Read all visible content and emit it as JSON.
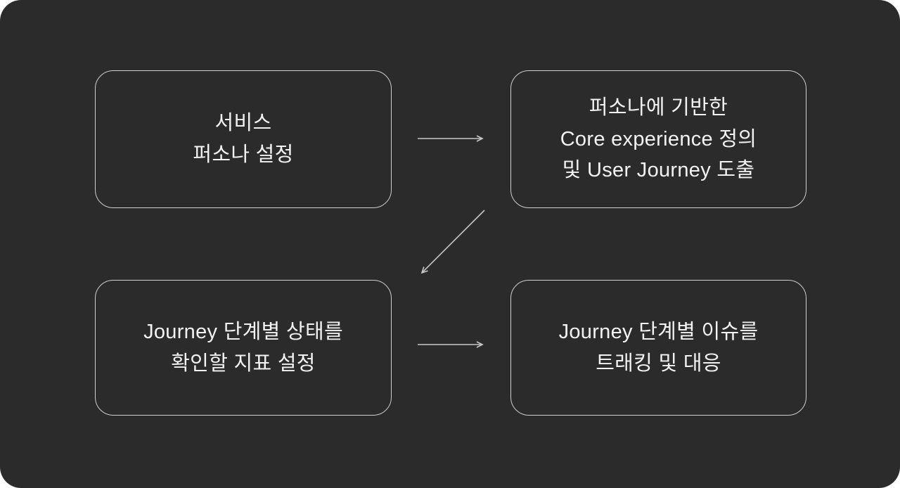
{
  "diagram": {
    "title": "",
    "boxes": [
      {
        "id": "service-persona",
        "lines": [
          "서비스",
          "퍼소나 설정"
        ]
      },
      {
        "id": "core-experience",
        "lines": [
          "퍼소나에 기반한",
          "Core experience 정의",
          "및 User Journey 도출"
        ]
      },
      {
        "id": "journey-metrics",
        "lines": [
          "Journey 단계별 상태를",
          "확인할 지표 설정"
        ]
      },
      {
        "id": "journey-issues",
        "lines": [
          "Journey 단계별 이슈를",
          "트래킹 및 대응"
        ]
      }
    ],
    "arrows": [
      {
        "id": "arrow-1",
        "from": "service-persona",
        "to": "core-experience",
        "direction": "right"
      },
      {
        "id": "arrow-2",
        "from": "core-experience",
        "to": "journey-metrics",
        "direction": "down-left"
      },
      {
        "id": "arrow-3",
        "from": "journey-metrics",
        "to": "journey-issues",
        "direction": "right"
      }
    ],
    "colors": {
      "background": "#2b2b2b",
      "border": "#cfcfcf",
      "text": "#f2f2f2",
      "arrow": "#c8c8c8"
    }
  }
}
